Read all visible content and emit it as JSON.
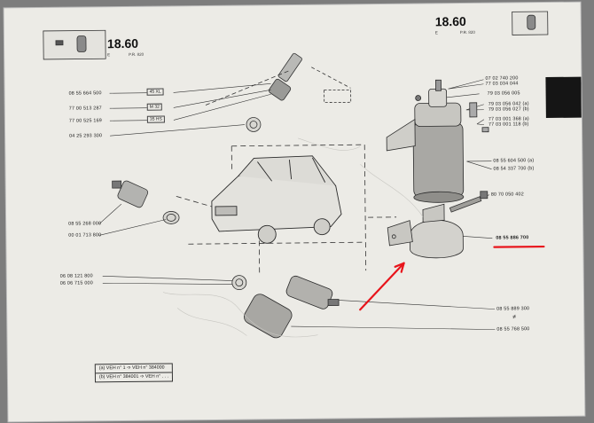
{
  "header_left": {
    "number": "18.60",
    "sub_left": "E",
    "sub_right": "P.R. 820"
  },
  "header_right": {
    "number": "18.60",
    "sub_left": "E",
    "sub_right": "P.R. 820"
  },
  "left_parts": {
    "spark_plug": [
      "08 55 664 500",
      "77 00 513 287",
      "77 00 525 169",
      "04 25 293 300"
    ],
    "spark_plug_box": [
      "45 XL",
      "M 32",
      "35 HS"
    ],
    "sensor": [
      "08 55 268 000",
      "00 01 713 800"
    ],
    "bottom_sensor": [
      "06 08 121 800",
      "06 06 715 000"
    ]
  },
  "right_parts": {
    "top_group": [
      "07 02 740 200",
      "77 03 034 044"
    ],
    "nut": "79 03 056 005",
    "group_two": [
      "79 03 056 042 (a)",
      "79 03 056 027 (b)"
    ],
    "group_three": [
      "77 03 001 368 (a)",
      "77 03 001 118 (b)"
    ],
    "coil": [
      "08 55 604 500 (a)",
      "08 54 337 700 (b)"
    ],
    "screw": "80 70 050 402",
    "bracket": "08 55 886 700",
    "bottom_a": "08 55 889 300",
    "bottom_sep": "≠",
    "bottom_b": "08 55 768 500"
  },
  "legend": {
    "row_a": "(a) VEH n°      1 ➩ VEH n° 384000",
    "row_b": "(b) VEH n° 384001 ➩ VEH n° . . ."
  },
  "colors": {
    "paper": "#ecebe6",
    "ink": "#222222",
    "annotation": "#e8141b"
  }
}
